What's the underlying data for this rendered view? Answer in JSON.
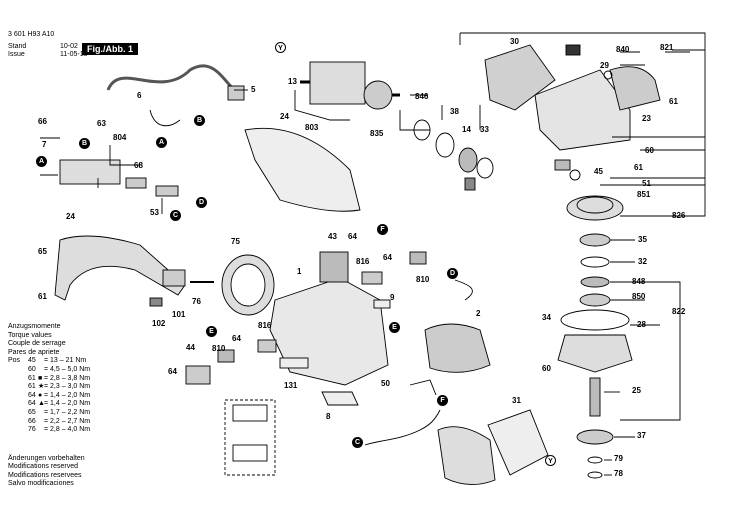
{
  "header": {
    "doc_number": "3 601 H93 A10",
    "stand_label": "Stand",
    "issue_label": "Issue",
    "stand_date": "10-02",
    "issue_date": "11-05-18",
    "figure": "Fig./Abb. 1"
  },
  "torque": {
    "titles": [
      "Anzugsmomente",
      "Torque values",
      "Couple de serrage",
      "Pares de apriete"
    ],
    "pos_label": "Pos",
    "rows": [
      {
        "pos": "45",
        "sym": "",
        "val": "=  13 – 21 Nm"
      },
      {
        "pos": "60",
        "sym": "",
        "val": "=  4,5 – 5,0 Nm"
      },
      {
        "pos": "61",
        "sym": "■",
        "val": "=  2,8 – 3,8 Nm"
      },
      {
        "pos": "61",
        "sym": "★",
        "val": "=  2,3 – 3,0 Nm"
      },
      {
        "pos": "64",
        "sym": "●",
        "val": "=  1,4 – 2,0 Nm"
      },
      {
        "pos": "64",
        "sym": "▲",
        "val": "=  1,4 – 2,0 Nm"
      },
      {
        "pos": "65",
        "sym": "",
        "val": "=  1,7 – 2,2 Nm"
      },
      {
        "pos": "66",
        "sym": "",
        "val": "=  2,2 – 2,7 Nm"
      },
      {
        "pos": "76",
        "sym": "",
        "val": "=  2,8 – 4,0 Nm"
      }
    ]
  },
  "notes": [
    "Änderungen vorbehalten",
    "Modifications reserved",
    "Modifications reservees",
    "Salvo modificaciones"
  ],
  "markers": {
    "a": "A",
    "b": "B",
    "c": "C",
    "d": "D",
    "e": "E",
    "f": "F",
    "y": "Y"
  },
  "parts": {
    "p1": "1",
    "p2": "2",
    "p5": "5",
    "p6": "6",
    "p7": "7",
    "p8": "8",
    "p9": "9",
    "p13": "13",
    "p14": "14",
    "p23": "23",
    "p24": "24",
    "p25": "25",
    "p28": "28",
    "p29": "29",
    "p30": "30",
    "p31": "31",
    "p32": "32",
    "p33": "33",
    "p34": "34",
    "p35": "35",
    "p37": "37",
    "p38": "38",
    "p43": "43",
    "p44": "44",
    "p45": "45",
    "p50": "50",
    "p51": "51",
    "p53": "53",
    "p60": "60",
    "p61": "61",
    "p63": "63",
    "p64": "64",
    "p65": "65",
    "p66": "66",
    "p68": "68",
    "p75": "75",
    "p76": "76",
    "p78": "78",
    "p79": "79",
    "p101": "101",
    "p102": "102",
    "p131": "131",
    "p803": "803",
    "p804": "804",
    "p810": "810",
    "p816": "816",
    "p821": "821",
    "p822": "822",
    "p826": "826",
    "p835": "835",
    "p840": "840",
    "p846": "846",
    "p848": "848",
    "p850": "850",
    "p851": "851"
  }
}
